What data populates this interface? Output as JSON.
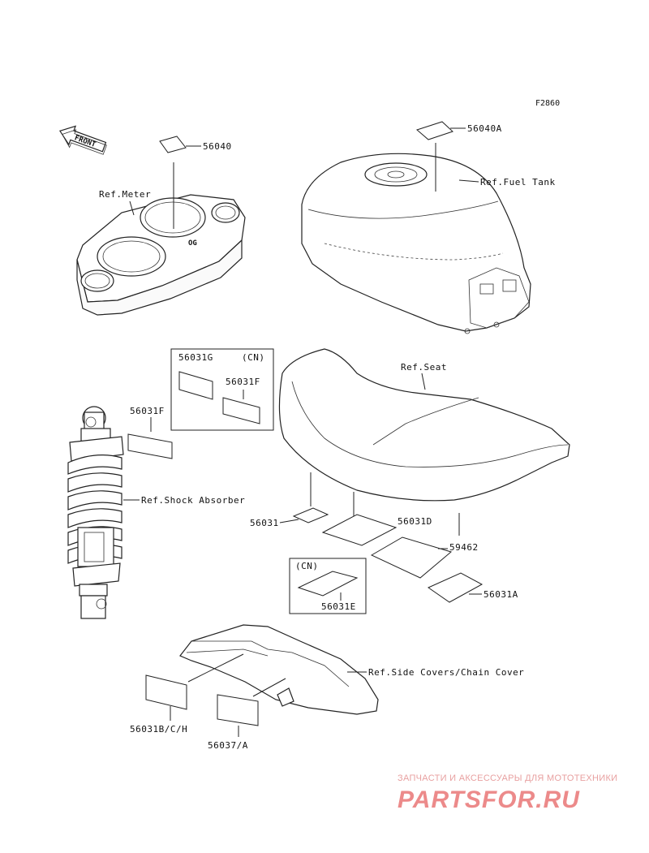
{
  "figure_code": "F2860",
  "front_arrow": "FRONT",
  "labels": {
    "p56040": "56040",
    "p56040A": "56040A",
    "ref_meter": "Ref.Meter",
    "ref_fuel_tank": "Ref.Fuel Tank",
    "p56031G": "56031G",
    "cn_top": "(CN)",
    "p56031F_box": "56031F",
    "p56031F": "56031F",
    "ref_seat": "Ref.Seat",
    "ref_shock": "Ref.Shock Absorber",
    "p56031": "56031",
    "p56031D": "56031D",
    "p59462": "59462",
    "cn_bottom": "(CN)",
    "p56031E": "56031E",
    "p56031A": "56031A",
    "ref_side_covers": "Ref.Side Covers/Chain Cover",
    "p56031BCH": "56031B/C/H",
    "p56037A": "56037/A"
  },
  "meter_badge": "OG",
  "watermark": {
    "tagline": "ЗАПЧАСТИ И АКСЕССУАРЫ ДЛЯ МОТОТЕХНИКИ",
    "brand": "PARTSFOR.RU"
  },
  "colors": {
    "watermark": "#ec8a8a",
    "line": "#222222"
  }
}
